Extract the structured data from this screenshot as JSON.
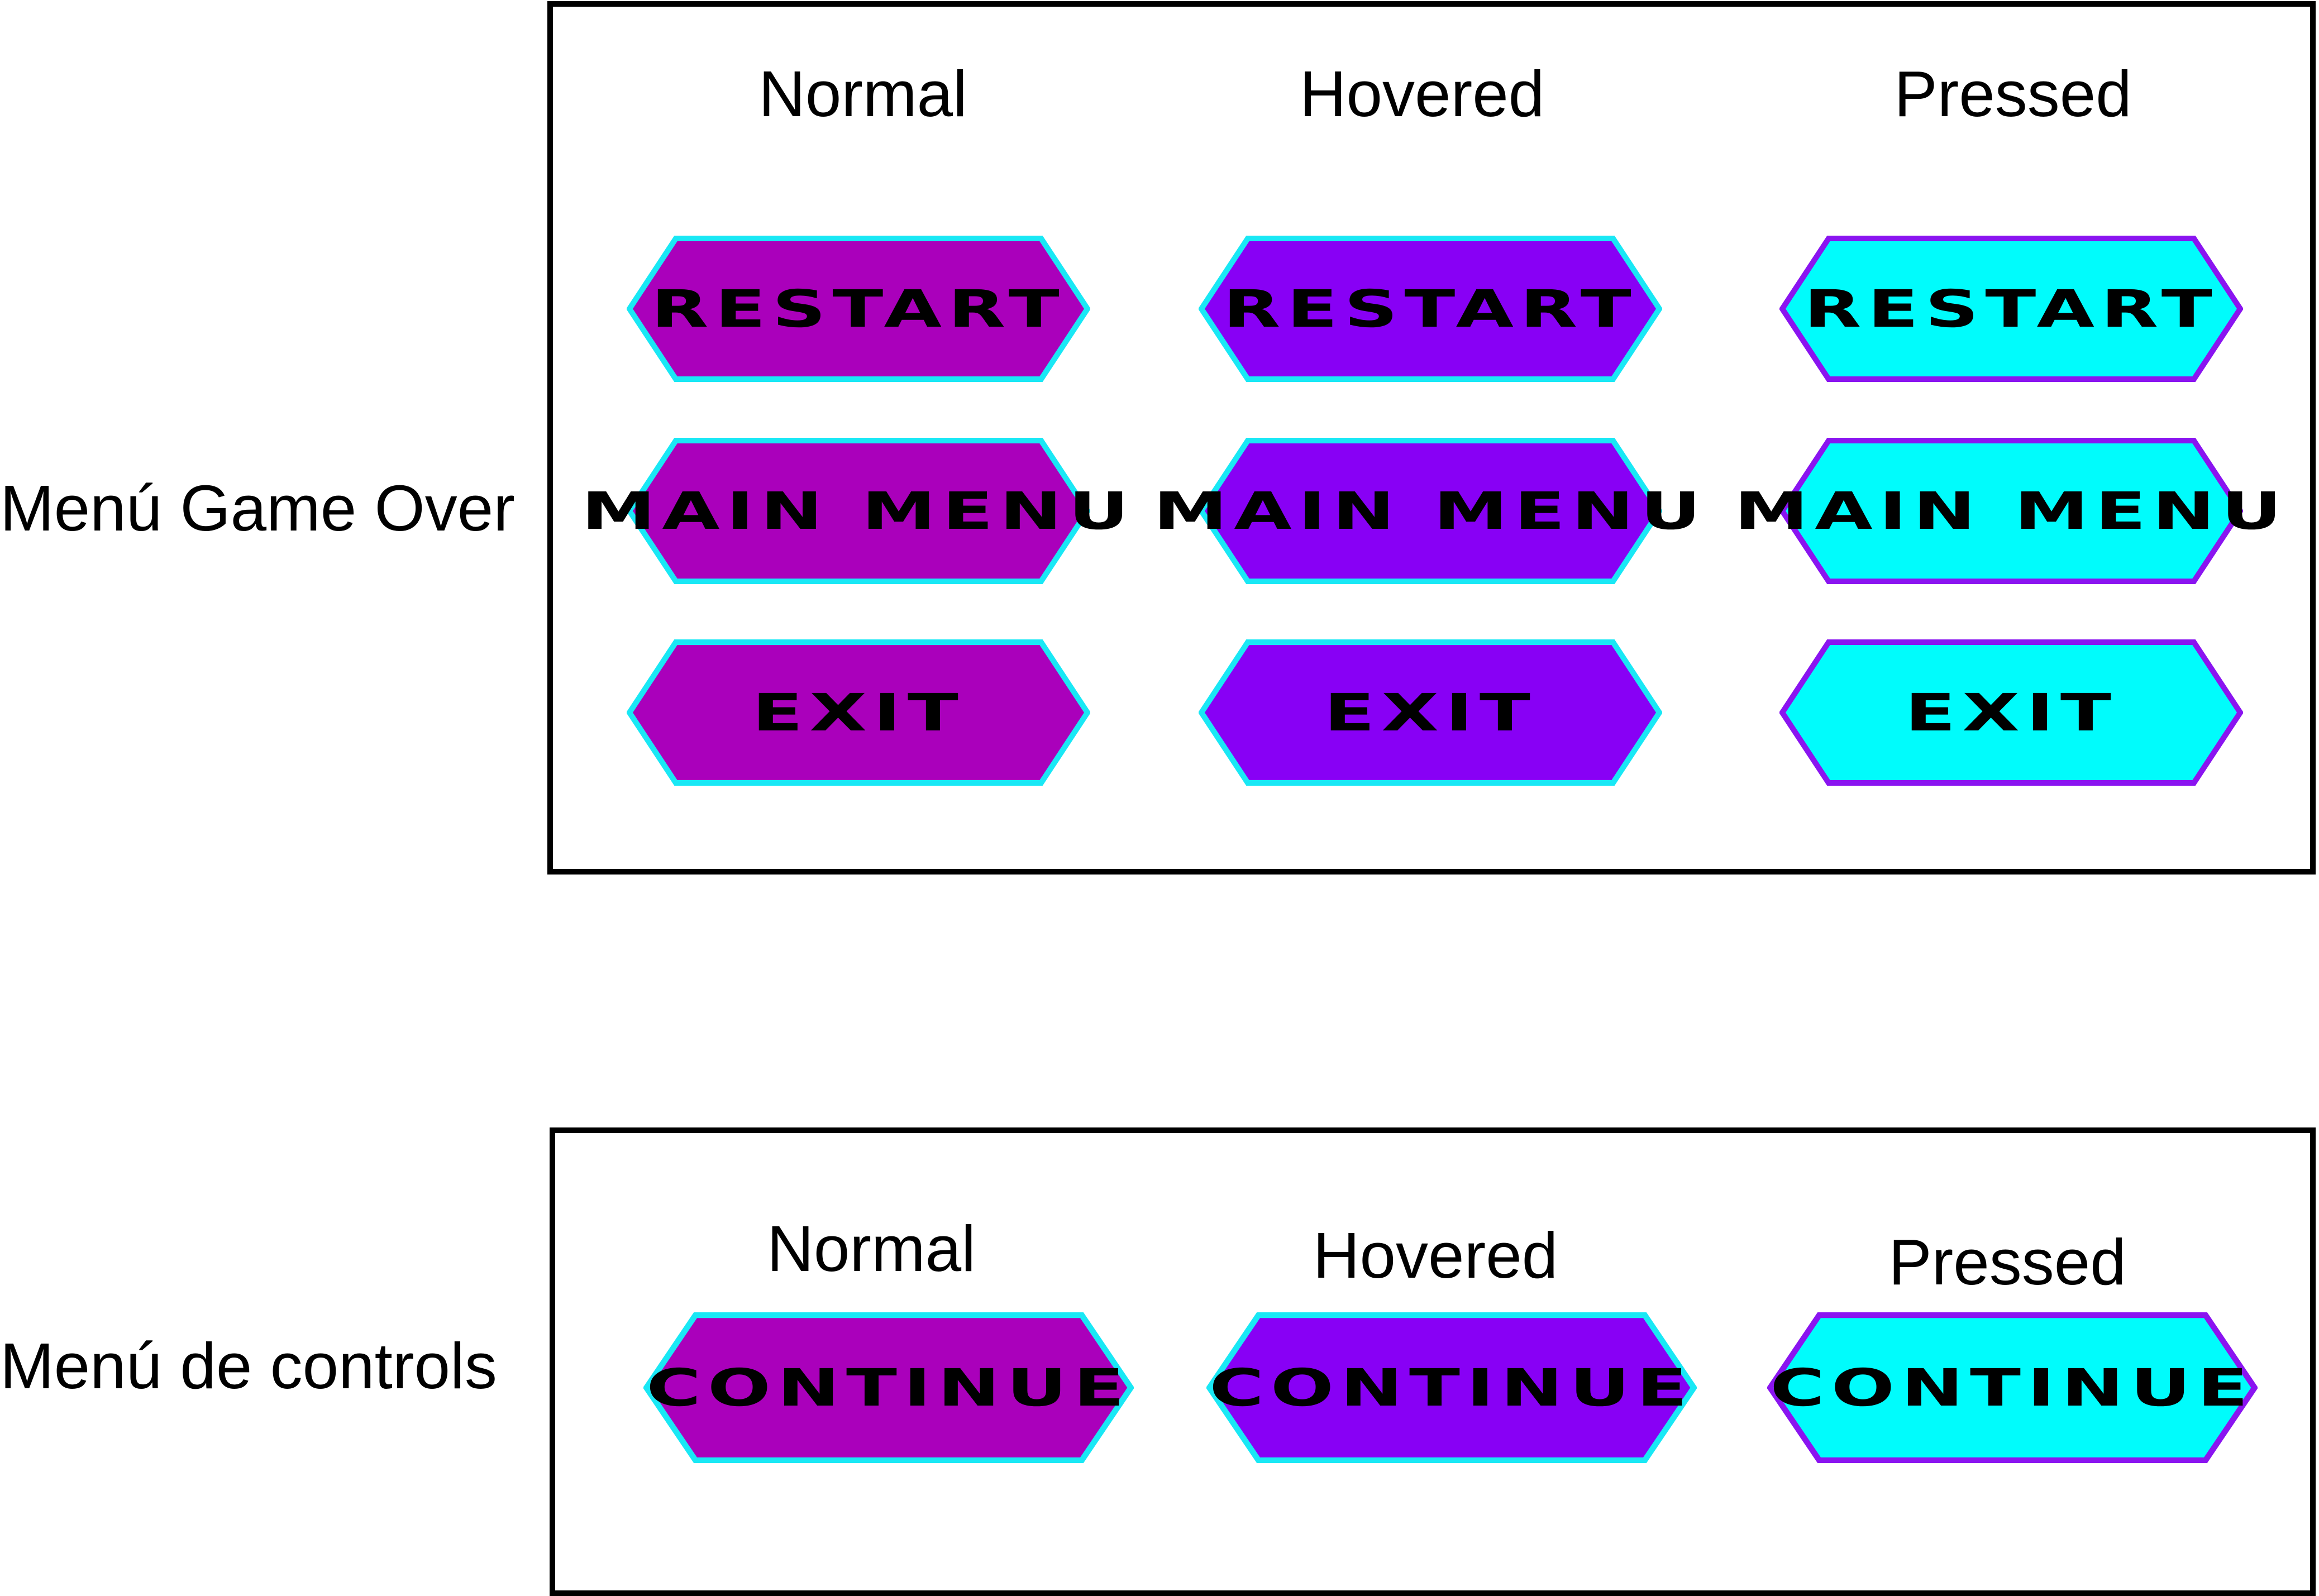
{
  "labels": {
    "game_over": "Menú Game Over",
    "controls": "Menú de controls"
  },
  "states": {
    "normal": "Normal",
    "hovered": "Hovered",
    "pressed": "Pressed"
  },
  "buttons": {
    "restart": "RESTART",
    "main_menu": "MAIN MENU",
    "exit": "EXIT",
    "continue": "CONTINUE"
  },
  "colors": {
    "normal_fill": "#aa00bb",
    "normal_stroke": "#19e8f5",
    "hovered_fill": "#8800f5",
    "hovered_stroke": "#19e8f5",
    "pressed_fill": "#00fcfc",
    "pressed_stroke": "#8a14f0"
  }
}
